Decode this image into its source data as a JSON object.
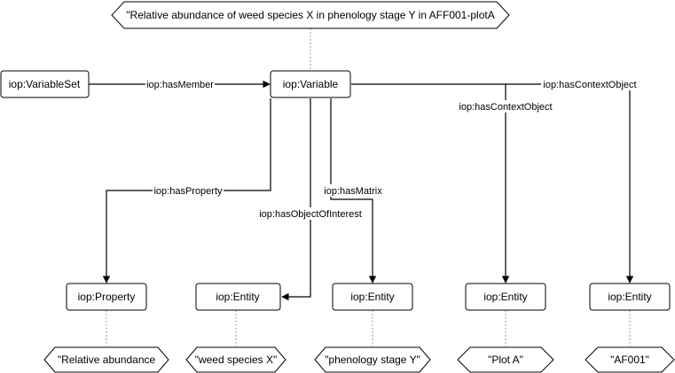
{
  "colors": {
    "stroke": "#000000",
    "fill": "#ffffff",
    "dotted_link": "#6fa8dc"
  },
  "title_value": "\"Relative abundance of weed species X in phenology stage Y in AFF001-plotA",
  "nodes": {
    "variable_set": "iop:VariableSet",
    "variable": "iop:Variable",
    "property": "iop:Property",
    "entity_object": "iop:Entity",
    "entity_matrix": "iop:Entity",
    "entity_plot": "iop:Entity",
    "entity_af": "iop:Entity"
  },
  "values": {
    "property": "\"Relative abundance",
    "entity_object": "\"weed species X\"",
    "entity_matrix": "\"phenology stage Y\"",
    "entity_plot": "\"Plot A\"",
    "entity_af": "\"AF001\""
  },
  "edges": {
    "has_member": "iop:hasMember",
    "has_context_object_1": "iop:hasContextObject",
    "has_context_object_2": "iop:hasContextObject",
    "has_property": "iop:hasProperty",
    "has_matrix": "iop:hasMatrix",
    "has_object_of_interest": "iop:hasObjectOfInterest"
  }
}
